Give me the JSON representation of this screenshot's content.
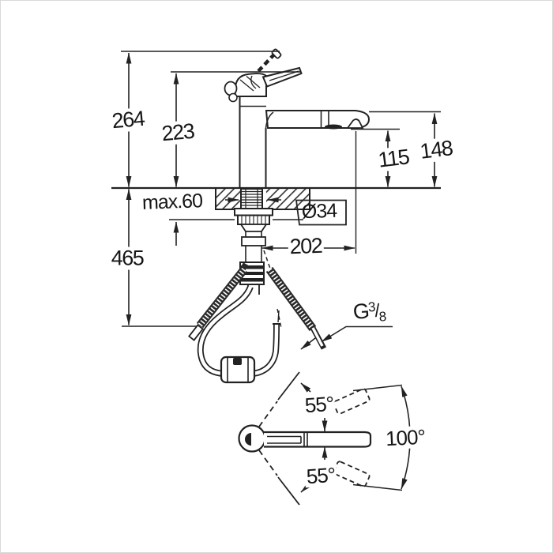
{
  "drawing": {
    "type": "faucet installation dimension drawing",
    "side_view": {
      "overall_height": "264",
      "body_height": "223",
      "outlet_height": "115",
      "spout_top_height": "148",
      "max_deck_thickness": "max.60",
      "hole_diameter": "Ø34",
      "spout_reach": "202",
      "below_deck_length": "465",
      "thread_label": {
        "prefix": "G",
        "numerator": "3",
        "divider": "/",
        "denominator": "8"
      }
    },
    "top_view": {
      "swivel_upper": "55°",
      "swivel_total": "100°",
      "swivel_lower": "55°"
    },
    "colors": {
      "ink": "#222222",
      "paper": "#ffffff",
      "frame": "#d9d9d9"
    }
  }
}
